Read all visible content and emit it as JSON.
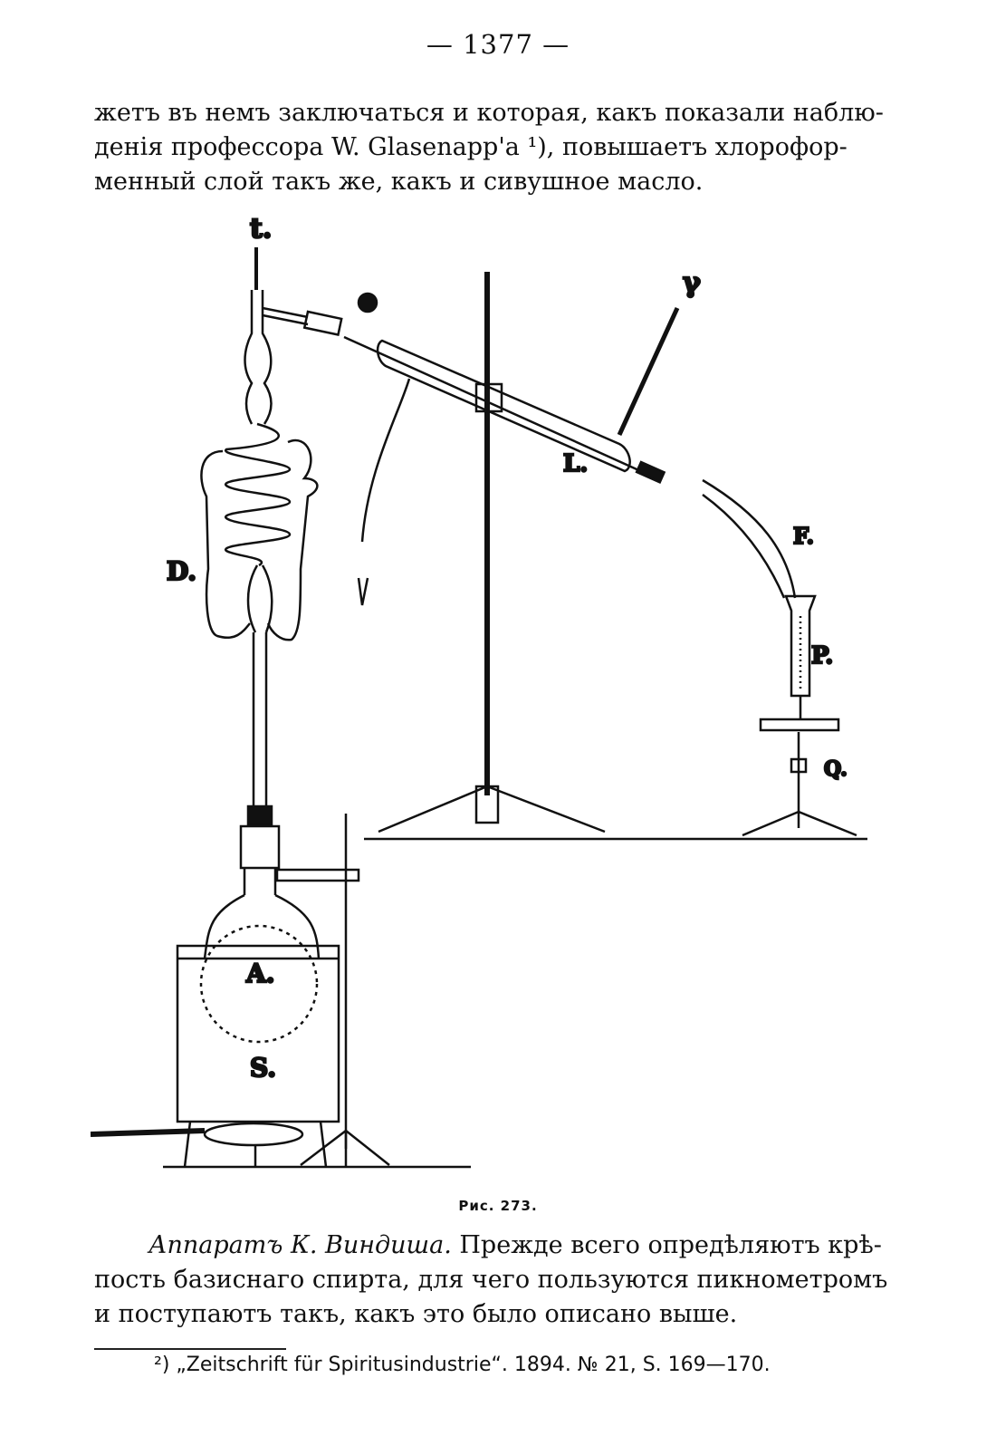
{
  "page": {
    "number": "— 1377 —"
  },
  "paragraph_top": {
    "lines": [
      "жетъ въ немъ заключаться и которая, какъ показали наблю-",
      "денія профессора W. Glasenapp'a ¹), повышаетъ хлорофор-",
      "менный слой такъ же, какъ и сивушное масло."
    ]
  },
  "figure": {
    "labels": {
      "t": "t.",
      "gamma": "γ",
      "D": "D.",
      "L": "L.",
      "F": "F.",
      "P": "P.",
      "Q": "Q.",
      "A": "A.",
      "S": "S."
    },
    "caption": "Рис. 273."
  },
  "paragraph_bottom": {
    "title": "Аппаратъ К. Виндиша.",
    "line1_rest": " Прежде всего опредѣляютъ крѣ-",
    "line2": "пость базиснаго спирта, для чего пользуются пикнометромъ",
    "line3": "и поступаютъ такъ, какъ это было описано выше."
  },
  "footnote": {
    "text": "²) „Zeitschrift für Spiritusindustrie“. 1894. № 21, S. 169—170."
  }
}
